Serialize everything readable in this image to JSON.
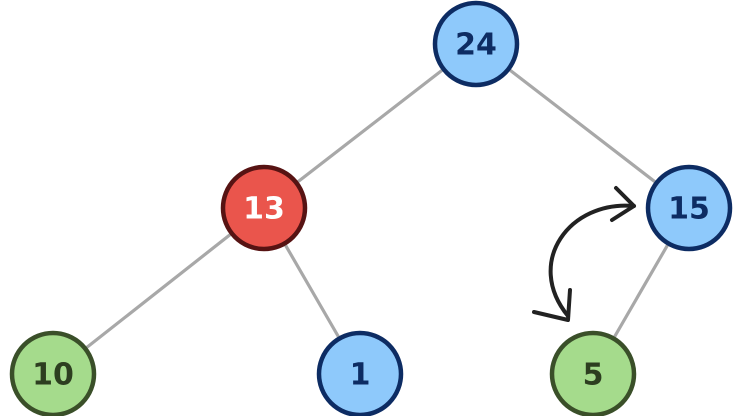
{
  "tree": {
    "nodes": [
      {
        "id": "n24",
        "label": "24",
        "kind": "blue"
      },
      {
        "id": "n13",
        "label": "13",
        "kind": "red"
      },
      {
        "id": "n15",
        "label": "15",
        "kind": "blue"
      },
      {
        "id": "n10",
        "label": "10",
        "kind": "green"
      },
      {
        "id": "n1",
        "label": "1",
        "kind": "blue"
      },
      {
        "id": "n5",
        "label": "5",
        "kind": "green"
      }
    ],
    "edges": [
      [
        "n24",
        "n13"
      ],
      [
        "n24",
        "n15"
      ],
      [
        "n13",
        "n10"
      ],
      [
        "n13",
        "n1"
      ],
      [
        "n15",
        "n5"
      ]
    ],
    "swap": {
      "between": [
        "n15",
        "n5"
      ]
    }
  },
  "colors": {
    "blue": {
      "fill": "#8ec9fb",
      "stroke": "#0d2c63",
      "text": "#0d2c63"
    },
    "red": {
      "fill": "#ea554c",
      "stroke": "#571313",
      "text": "#ffffff"
    },
    "green": {
      "fill": "#a5db8c",
      "stroke": "#3a4f29",
      "text": "#2d3e20"
    },
    "edge": "#a8a8a8",
    "arrow": "#222222"
  }
}
